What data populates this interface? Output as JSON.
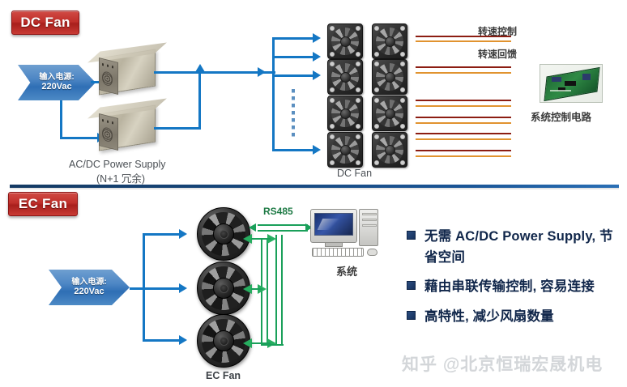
{
  "sections": {
    "dc": {
      "badge": "DC Fan",
      "power_arrow": {
        "line1": "输入电源:",
        "line2": "220Vac"
      },
      "psu_label_line1": "AC/DC Power Supply",
      "psu_label_line2": "(N+1 冗余)",
      "fan_array_label": "DC Fan",
      "signal_labels": {
        "control": "转速控制",
        "feedback": "转速回馈"
      },
      "pcb_label": "系统控制电路"
    },
    "ec": {
      "badge": "EC Fan",
      "power_arrow": {
        "line1": "输入电源:",
        "line2": "220Vac"
      },
      "bus_label": "RS485",
      "pc_label": "系统",
      "fan_label": "EC Fan",
      "bullets": [
        "无需 AC/DC Power Supply, 节省空间",
        "藉由串联传输控制, 容易连接",
        "高特性, 减少风扇数量"
      ]
    }
  },
  "watermark": "知乎 @北京恒瑞宏晟机电",
  "colors": {
    "badge_red": "#c0302b",
    "wire_blue": "#1477c4",
    "signal_dark_red": "#8c1d12",
    "signal_orange": "#e1932f",
    "rs485_green": "#1aa05a",
    "divider_navy": "#17477c",
    "bullet_navy": "#10264a"
  }
}
